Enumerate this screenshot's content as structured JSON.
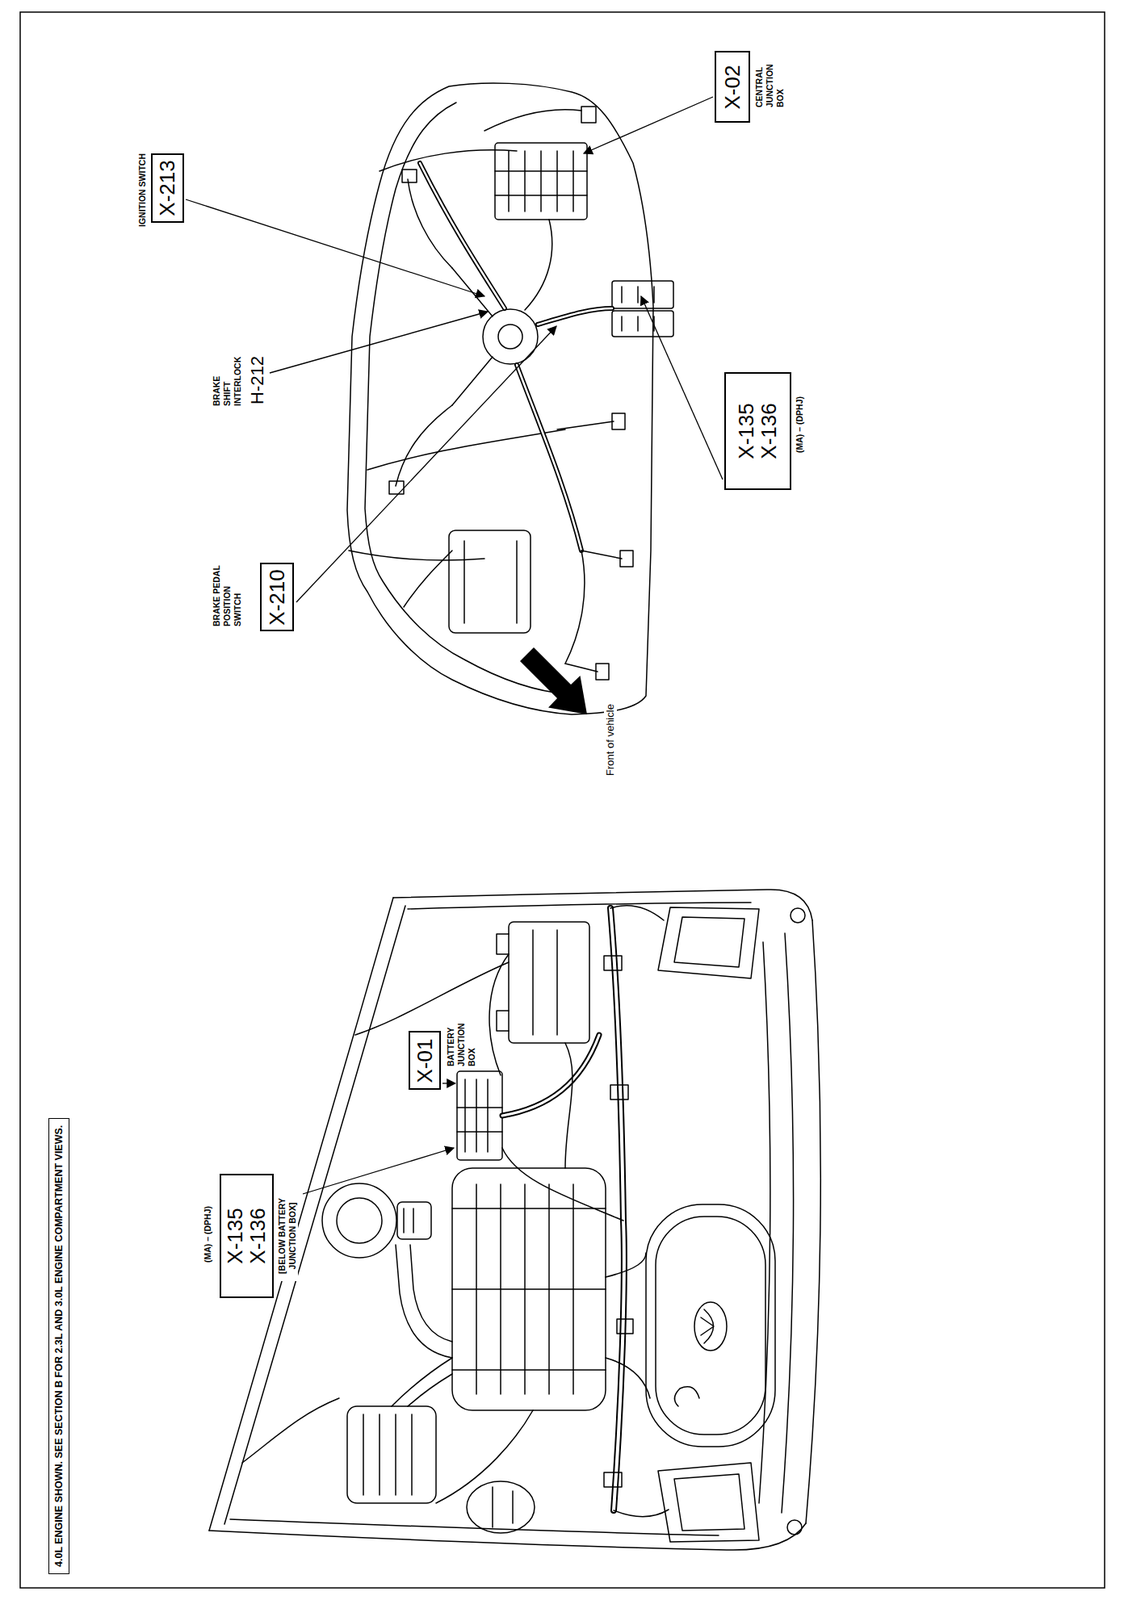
{
  "diagram": {
    "title": "4.0L ENGINE SHOWN. SEE SECTION B FOR 2.3L AND 3.0L ENGINE COMPARTMENT VIEWS.",
    "nodes": [
      {
        "text": [
          "X-135 X-136"
        ]
      },
      {
        "text": [
          "X-01"
        ]
      },
      {
        "text": [
          "X-210"
        ]
      },
      {
        "text": [
          "X-213"
        ]
      },
      {
        "text": [
          "X-02"
        ]
      },
      {
        "text": [
          "X-135 X-136"
        ]
      }
    ],
    "labels": [
      "(MA) – (DPHJ)",
      "[BELOW BATTERY JUNCTION BOX]",
      "BATTERY JUNCTION BOX",
      "BRAKE PEDAL POSITION SWITCH",
      "BRAKE SHIFT INTERLOCK",
      "H-212",
      "IGNITION SWITCH",
      "CENTRAL JUNCTION BOX",
      "(MA) – (DPHJ)",
      "Front of vehicle"
    ]
  }
}
